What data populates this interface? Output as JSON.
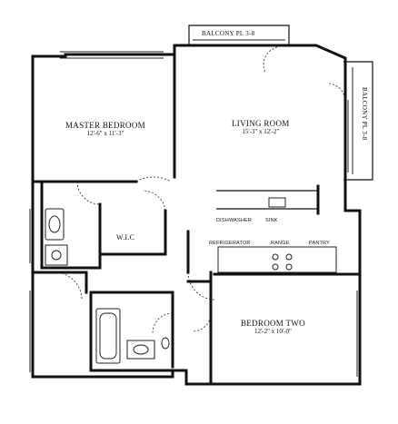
{
  "rooms": {
    "master_bedroom": {
      "name": "MASTER BEDROOM",
      "dim": "12'-6\" x 11'-3\""
    },
    "living_room": {
      "name": "LIVING ROOM",
      "dim": "15'-3\" x 12'-2\""
    },
    "bedroom_two": {
      "name": "BEDROOM TWO",
      "dim": "12'-2\" x 10'-0\""
    },
    "wic": {
      "name": "W.I.C"
    }
  },
  "balconies": {
    "top": "BALCONY PL 3-8",
    "right": "BALCONY PL 3-8"
  },
  "appliances": {
    "dishwasher": "DISHWASHER",
    "sink": "SINK",
    "refrigerator": "REFRIGERATOR",
    "range": "RANGE",
    "pantry": "PANTRY"
  }
}
